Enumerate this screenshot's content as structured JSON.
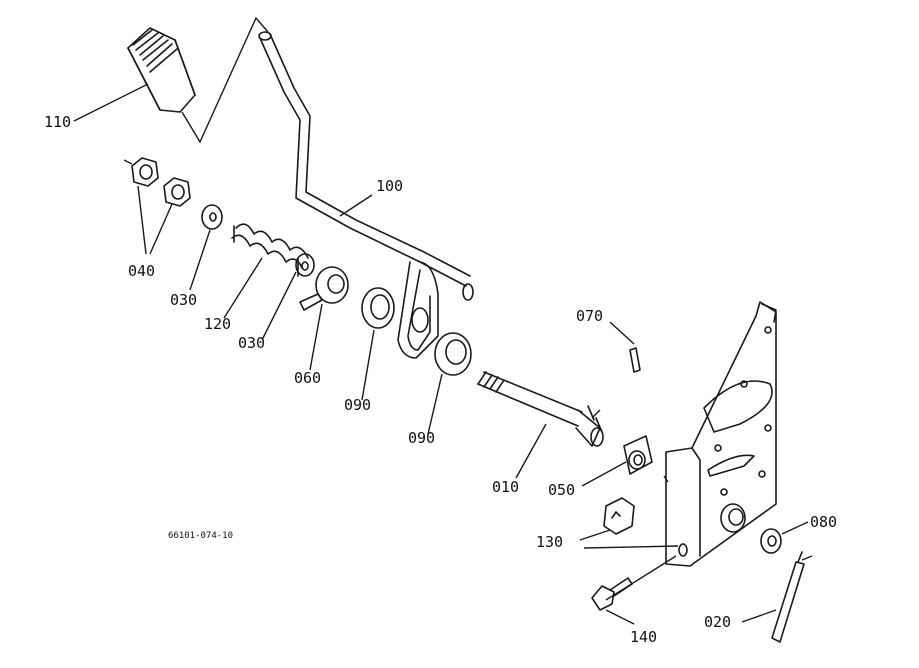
{
  "drawing_number": "66101-074-10",
  "callouts": {
    "c110": "110",
    "c100": "100",
    "c040": "040",
    "c030a": "030",
    "c120": "120",
    "c030b": "030",
    "c060": "060",
    "c090a": "090",
    "c090b": "090",
    "c070": "070",
    "c010": "010",
    "c050": "050",
    "c130": "130",
    "c080": "080",
    "c020": "020",
    "c140": "140"
  }
}
